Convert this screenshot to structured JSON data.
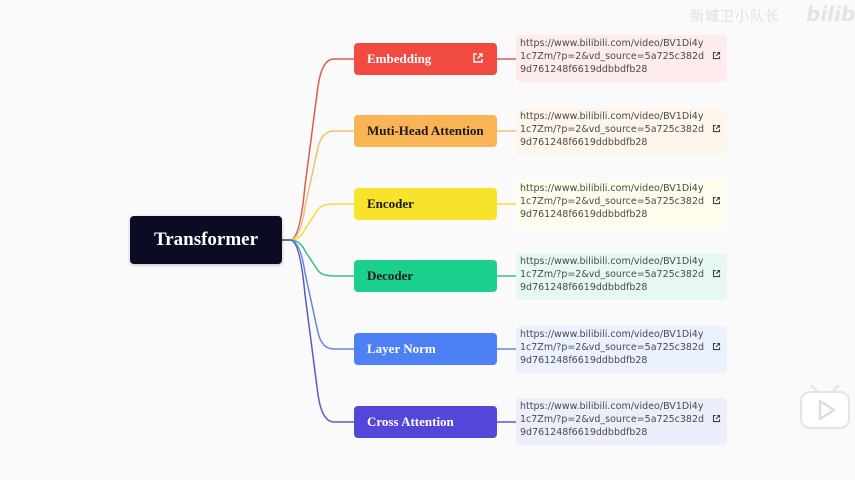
{
  "watermark": {
    "text": "新城卫小队长",
    "logo": "bilib"
  },
  "diagram": {
    "root": {
      "label": "Transformer",
      "color": "#0b0b24"
    },
    "branches": [
      {
        "label": "Embedding",
        "color": "#f14a40",
        "text_color": "#ffffff",
        "has_link_icon": true,
        "link": "https://www.bilibili.com/video/BV1Di4y1c7Zm/?p=2&vd_source=5a725c382d9d761248f6619ddbbdfb28",
        "link_bg": "#fdeceb",
        "line_color": "#d95c53"
      },
      {
        "label": "Muti-Head Attention",
        "color": "#f9b456",
        "text_color": "#1a1a1a",
        "has_link_icon": false,
        "link": "https://www.bilibili.com/video/BV1Di4y1c7Zm/?p=2&vd_source=5a725c382d9d761248f6619ddbbdfb28",
        "link_bg": "#fef6ec",
        "line_color": "#f2c06f"
      },
      {
        "label": "Encoder",
        "color": "#f7e32b",
        "text_color": "#1a1a1a",
        "has_link_icon": false,
        "link": "https://www.bilibili.com/video/BV1Di4y1c7Zm/?p=2&vd_source=5a725c382d9d761248f6619ddbbdfb28",
        "link_bg": "#fefcea",
        "line_color": "#f2dc3a"
      },
      {
        "label": "Decoder",
        "color": "#1bcf8c",
        "text_color": "#1a1a1a",
        "has_link_icon": false,
        "link": "https://www.bilibili.com/video/BV1Di4y1c7Zm/?p=2&vd_source=5a725c382d9d761248f6619ddbbdfb28",
        "link_bg": "#e5f9f1",
        "line_color": "#2fbf8f"
      },
      {
        "label": "Layer Norm",
        "color": "#4d7ff5",
        "text_color": "#ffffff",
        "has_link_icon": false,
        "link": "https://www.bilibili.com/video/BV1Di4y1c7Zm/?p=2&vd_source=5a725c382d9d761248f6619ddbbdfb28",
        "link_bg": "#ebf1fe",
        "line_color": "#6487e6"
      },
      {
        "label": "Cross Attention",
        "color": "#5446d8",
        "text_color": "#ffffff",
        "has_link_icon": false,
        "link": "https://www.bilibili.com/video/BV1Di4y1c7Zm/?p=2&vd_source=5a725c382d9d761248f6619ddbbdfb28",
        "link_bg": "#eceefc",
        "line_color": "#5f57c4"
      }
    ]
  }
}
